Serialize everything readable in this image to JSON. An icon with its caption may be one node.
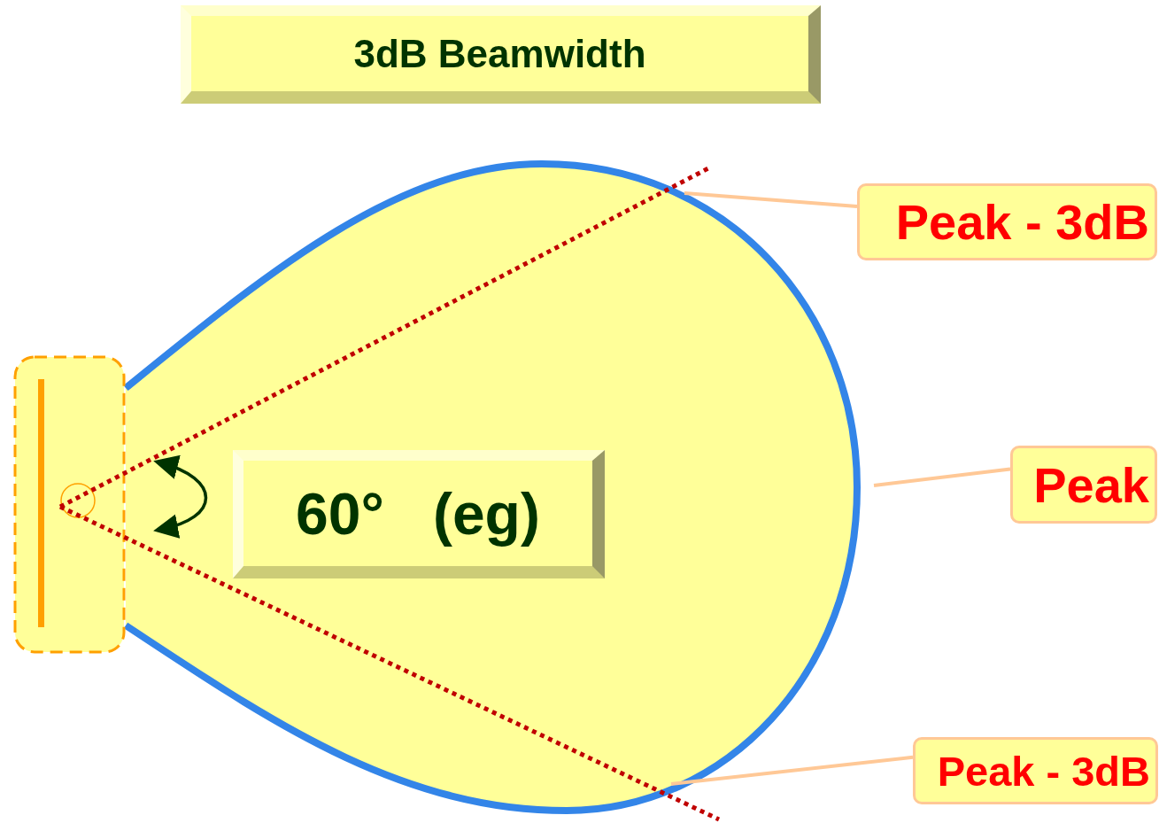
{
  "diagram": {
    "title": "3dB Beamwidth",
    "nodes": [
      {
        "text": [
          "Peak - 3dB"
        ]
      },
      {
        "text": [
          "Peak"
        ]
      },
      {
        "text": [
          "Peak - 3dB"
        ]
      },
      {
        "text": [
          "60°   (eg)"
        ]
      }
    ],
    "edges": [
      {
        "from": 0,
        "to": null,
        "arrow": "none"
      },
      {
        "from": 1,
        "to": null,
        "arrow": "none"
      },
      {
        "from": 2,
        "to": null,
        "arrow": "none"
      }
    ]
  }
}
